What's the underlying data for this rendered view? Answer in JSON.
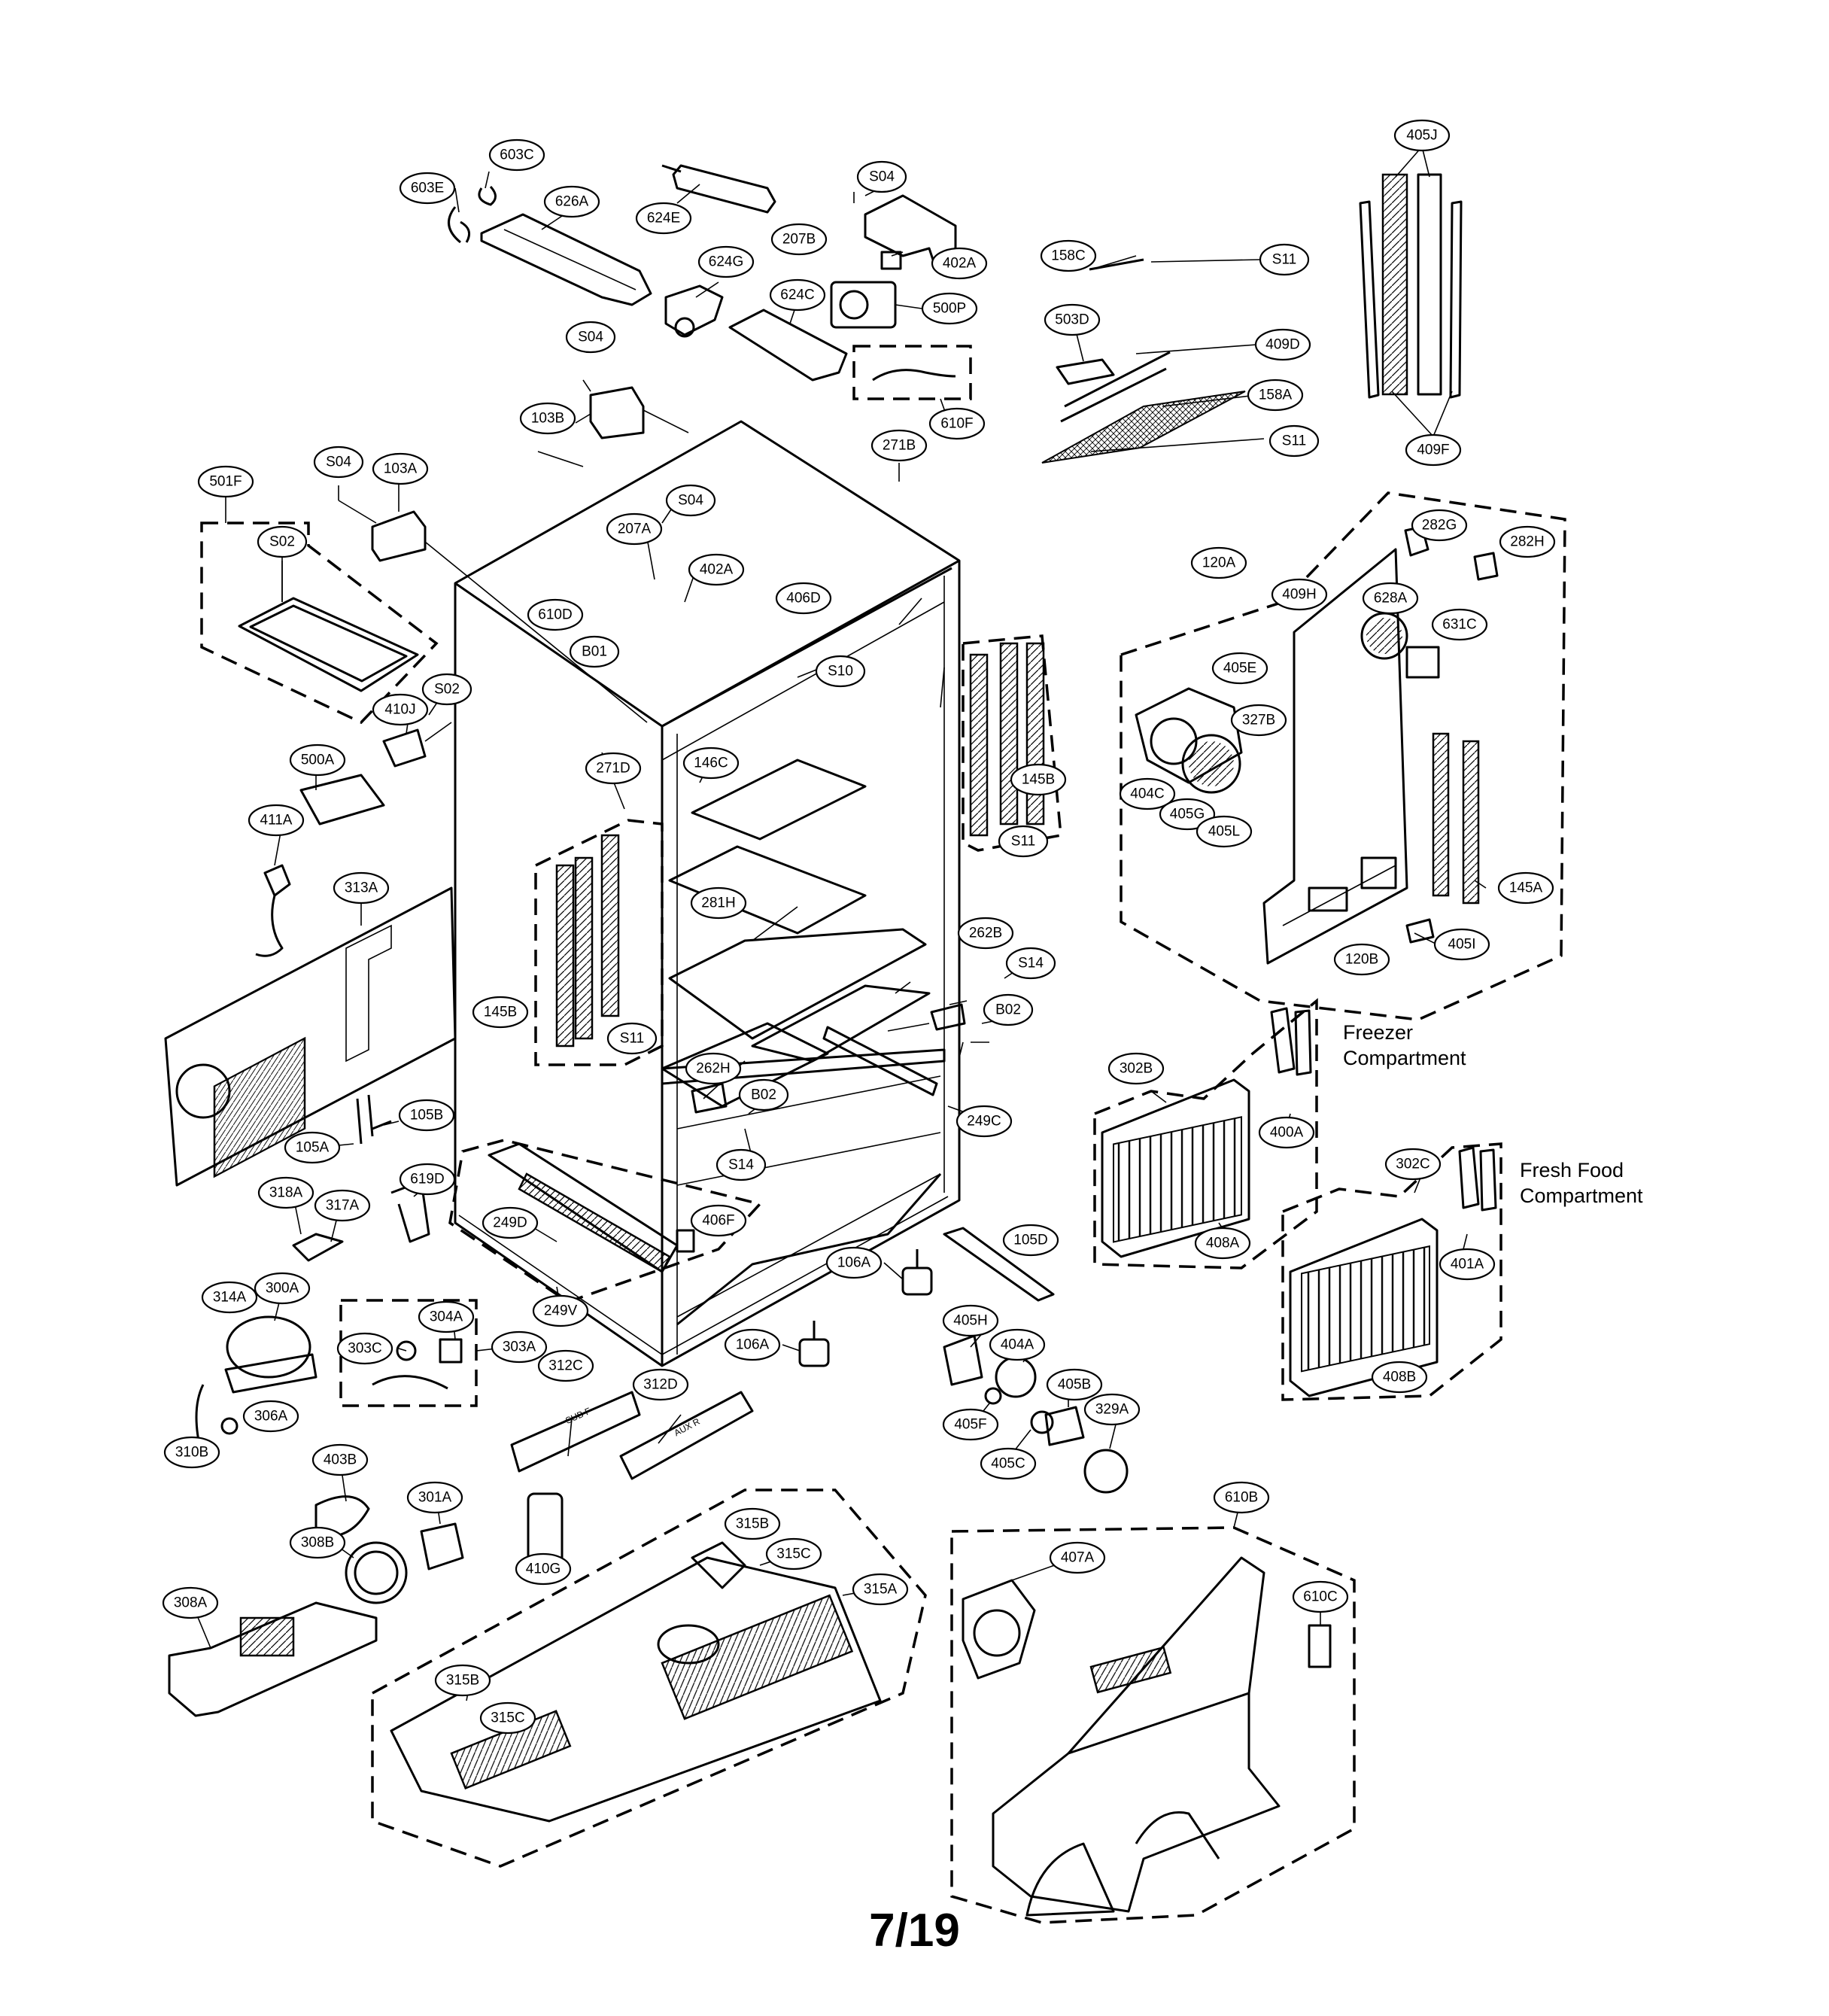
{
  "labels": {
    "l603C": "603C",
    "l603E": "603E",
    "l626A": "626A",
    "l624E": "624E",
    "l624G": "624G",
    "l624C": "624C",
    "lS04a": "S04",
    "l207B": "207B",
    "l402Aa": "402A",
    "l500P": "500P",
    "l610F": "610F",
    "lS04b": "S04",
    "l103B": "103B",
    "l158C": "158C",
    "lS11a": "S11",
    "l503D": "503D",
    "l409D": "409D",
    "l158A": "158A",
    "lS11b": "S11",
    "l405J": "405J",
    "l409F": "409F",
    "l501F": "501F",
    "lS02a": "S02",
    "lS04c": "S04",
    "l103A": "103A",
    "l271B": "271B",
    "lS04d": "S04",
    "l207A": "207A",
    "l402Ab": "402A",
    "l610D": "610D",
    "lB01": "B01",
    "l406D": "406D",
    "lS10": "S10",
    "lS02b": "S02",
    "l410J": "410J",
    "l271D": "271D",
    "l146C": "146C",
    "l500A": "500A",
    "l411A": "411A",
    "l313A": "313A",
    "l145Ba": "145B",
    "lS11c": "S11",
    "l120A": "120A",
    "l282G": "282G",
    "l282H": "282H",
    "l409H": "409H",
    "l628A": "628A",
    "l631C": "631C",
    "l405E": "405E",
    "l327B": "327B",
    "l404C": "404C",
    "l405G": "405G",
    "l405L": "405L",
    "l145A": "145A",
    "l120B": "120B",
    "l405I": "405I",
    "l281H": "281H",
    "l262B": "262B",
    "lS14a": "S14",
    "lB02a": "B02",
    "l145Bb": "145B",
    "lS11d": "S11",
    "l262H": "262H",
    "lB02b": "B02",
    "lS14b": "S14",
    "l249C": "249C",
    "l105B": "105B",
    "l105A": "105A",
    "l318A": "318A",
    "l317A": "317A",
    "l619D": "619D",
    "l249D": "249D",
    "l406F": "406F",
    "l249V": "249V",
    "l302B": "302B",
    "l400A": "400A",
    "l408A": "408A",
    "l302C": "302C",
    "l401A": "401A",
    "l408B": "408B",
    "l105D": "105D",
    "l106Aa": "106A",
    "l106Ab": "106A",
    "l314A": "314A",
    "l300A": "300A",
    "l304A": "304A",
    "l303C": "303C",
    "l303A": "303A",
    "l306A": "306A",
    "l310B": "310B",
    "l312C": "312C",
    "l312D": "312D",
    "l405H": "405H",
    "l404A": "404A",
    "l405B": "405B",
    "l329A": "329A",
    "l405F": "405F",
    "l405C": "405C",
    "l403B": "403B",
    "l301A": "301A",
    "l308B": "308B",
    "l308A": "308A",
    "l410G": "410G",
    "l315Ba": "315B",
    "l315Ca": "315C",
    "l315A": "315A",
    "l315Bb": "315B",
    "l315Cb": "315C",
    "l610B": "610B",
    "l407A": "407A",
    "l610C": "610C"
  },
  "compartments": {
    "freezer": "Freezer\nCompartment",
    "fresh_food": "Fresh Food\nCompartment"
  },
  "part_markings": {
    "bin_312C": "SUB F",
    "bin_312D": "AUX R"
  },
  "page_number": "7/19"
}
